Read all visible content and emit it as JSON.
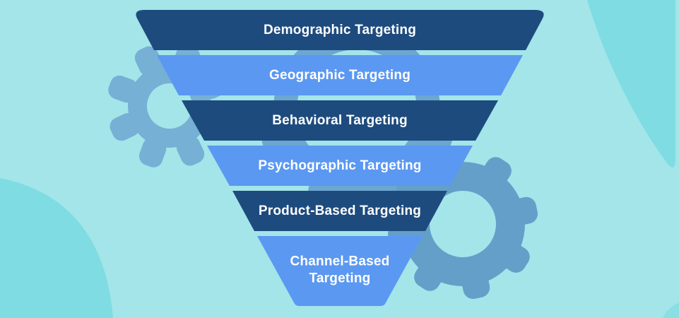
{
  "diagram": {
    "type": "inverted-funnel",
    "funnel": {
      "levels": [
        {
          "label": "Demographic Targeting",
          "color": "#1e4b7e"
        },
        {
          "label": "Geographic Targeting",
          "color": "#5b98f1"
        },
        {
          "label": "Behavioral Targeting",
          "color": "#1e4b7e"
        },
        {
          "label": "Psychographic Targeting",
          "color": "#5b98f1"
        },
        {
          "label": "Product-Based Targeting",
          "color": "#1e4b7e"
        },
        {
          "label": "Channel-Based Targeting",
          "color": "#5b98f1"
        }
      ]
    }
  },
  "colors": {
    "background": "#a3e5e9",
    "blob": "#7edce2",
    "corner_blob": "#8adfe5",
    "gear_left": "#76b0d5",
    "gear_middle": "#6ba7d0",
    "gear_right": "#649fc9",
    "label_text": "#ffffff"
  }
}
